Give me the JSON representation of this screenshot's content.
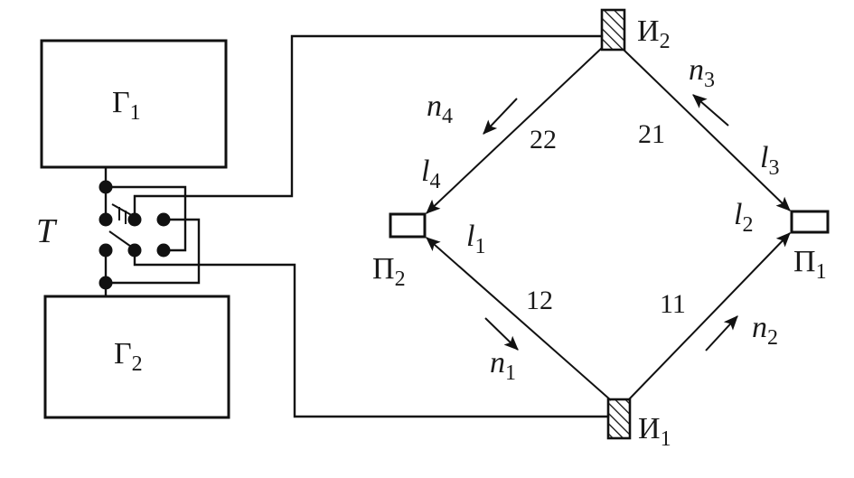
{
  "diagram": {
    "generators": [
      {
        "id": "G1",
        "symbol": "Γ",
        "sub": "1"
      },
      {
        "id": "G2",
        "symbol": "Γ",
        "sub": "2"
      }
    ],
    "switch": {
      "label": "T"
    },
    "emitters": [
      {
        "id": "I1",
        "symbol": "И",
        "sub": "1"
      },
      {
        "id": "I2",
        "symbol": "И",
        "sub": "2"
      }
    ],
    "receivers": [
      {
        "id": "P1",
        "symbol": "Π",
        "sub": "1"
      },
      {
        "id": "P2",
        "symbol": "Π",
        "sub": "2"
      }
    ],
    "paths": [
      {
        "id": "11",
        "label": "11",
        "length": {
          "symbol": "l",
          "sub": "2"
        },
        "direction": {
          "symbol": "n",
          "sub": "2"
        }
      },
      {
        "id": "12",
        "label": "12",
        "length": {
          "symbol": "l",
          "sub": "1"
        },
        "direction": {
          "symbol": "n",
          "sub": "1"
        }
      },
      {
        "id": "21",
        "label": "21",
        "length": {
          "symbol": "l",
          "sub": "3"
        },
        "direction": {
          "symbol": "n",
          "sub": "3"
        }
      },
      {
        "id": "22",
        "label": "22",
        "length": {
          "symbol": "l",
          "sub": "4"
        },
        "direction": {
          "symbol": "n",
          "sub": "4"
        }
      }
    ],
    "colors": {
      "stroke": "#111111",
      "background": "#ffffff"
    }
  }
}
